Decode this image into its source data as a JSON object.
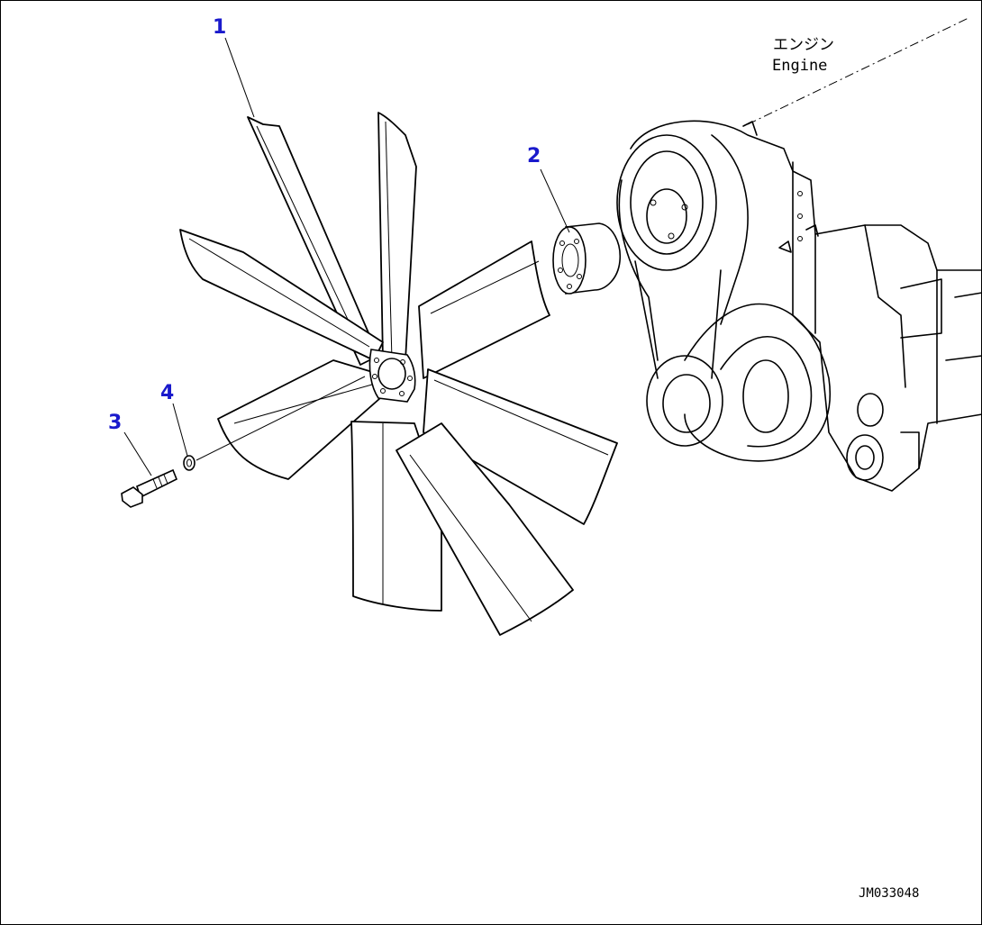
{
  "callouts": [
    {
      "id": "1",
      "label": "1"
    },
    {
      "id": "2",
      "label": "2"
    },
    {
      "id": "3",
      "label": "3"
    },
    {
      "id": "4",
      "label": "4"
    }
  ],
  "engine_label": {
    "jp": "エンジン",
    "en": "Engine"
  },
  "drawing_code": "JM033048",
  "colors": {
    "callout": "#1a1acc",
    "line": "#000000",
    "background": "#ffffff"
  }
}
